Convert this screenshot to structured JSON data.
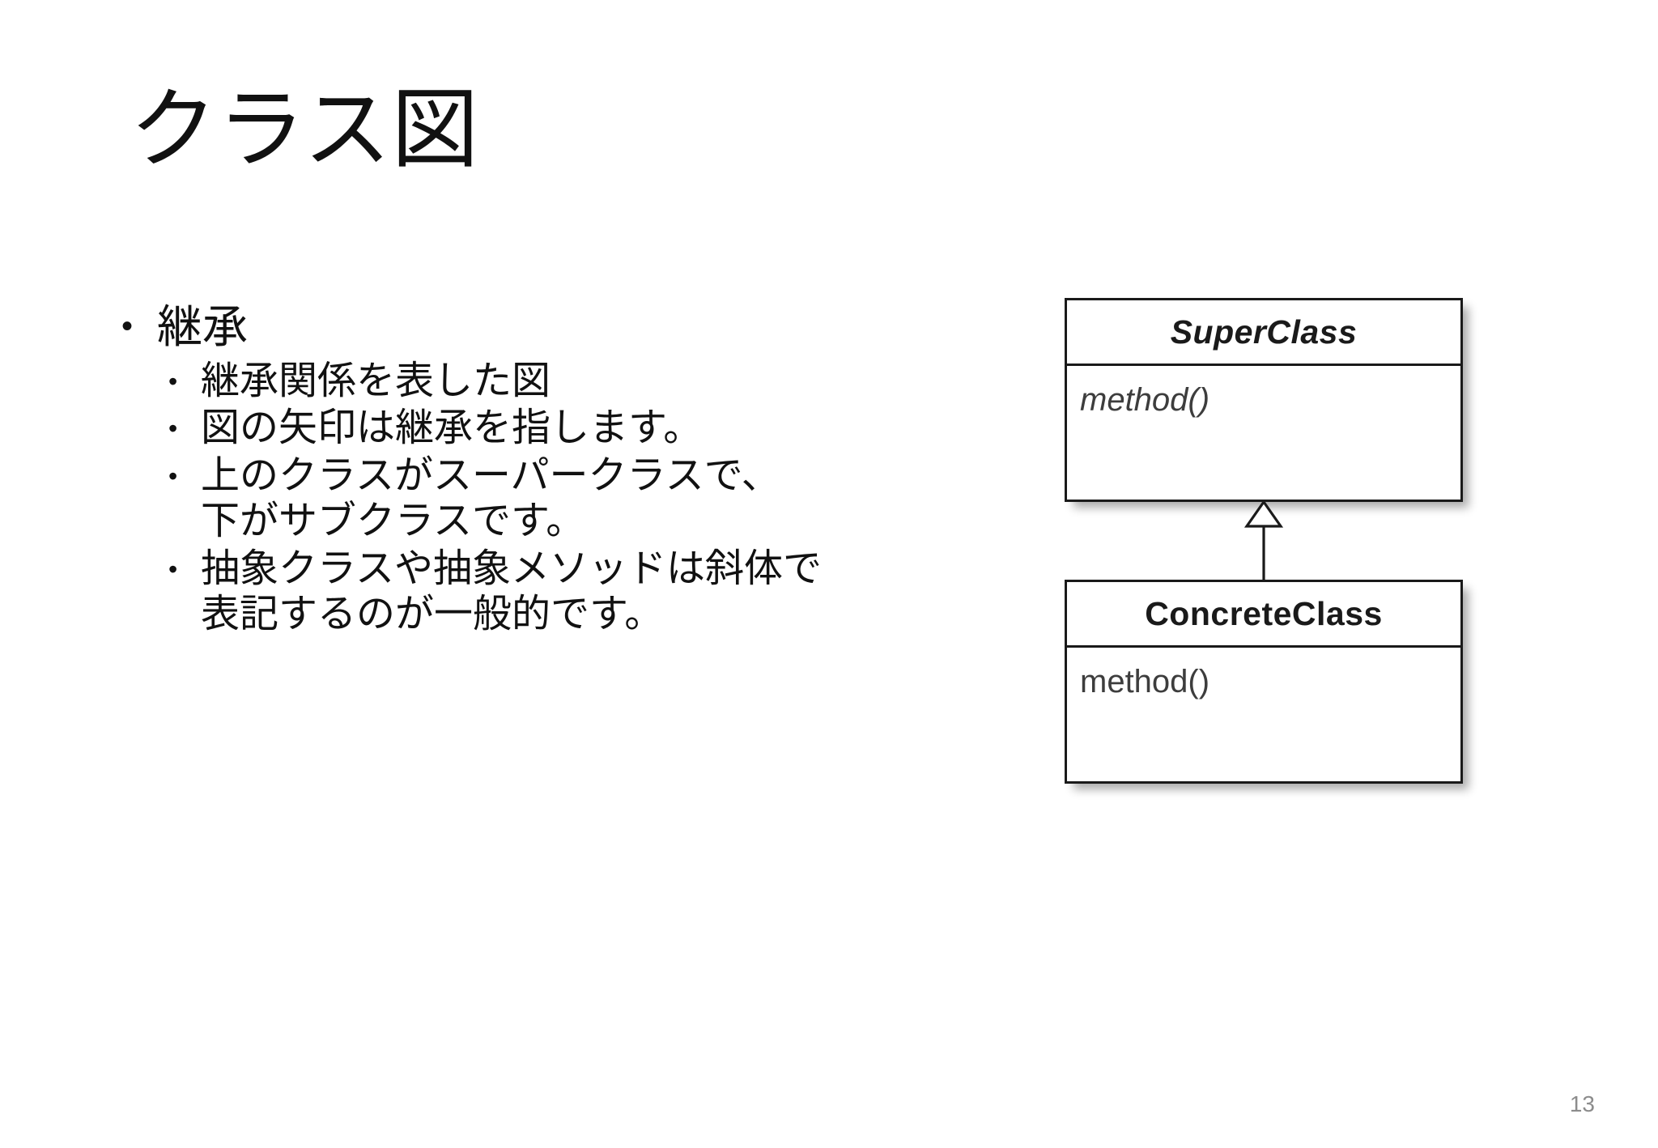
{
  "slide": {
    "title": "クラス図",
    "page_number": "13",
    "background_color": "#ffffff",
    "text_color": "#111111",
    "page_number_color": "#8c8c8c"
  },
  "content": {
    "bullets": [
      {
        "marker": "•",
        "text": "継承",
        "sub_bullets": [
          {
            "marker": "•",
            "text": "継承関係を表した図"
          },
          {
            "marker": "•",
            "text": "図の矢印は継承を指します。"
          },
          {
            "marker": "•",
            "text": "上のクラスがスーパークラスで、\n下がサブクラスです。"
          },
          {
            "marker": "•",
            "text": "抽象クラスや抽象メソッドは斜体で\n表記するのが一般的です。"
          }
        ]
      }
    ]
  },
  "diagram": {
    "type": "uml-class-diagram",
    "relationship": "generalization",
    "arrow_icon": "hollow-triangle-up-icon",
    "line_color": "#1a1a1a",
    "fill_color": "#ffffff",
    "member_text_color": "#3d3d3d",
    "classes": [
      {
        "name": "SuperClass",
        "stereotype": "abstract",
        "name_style": "bold-italic",
        "members": [
          "method()"
        ],
        "member_style": "italic"
      },
      {
        "name": "ConcreteClass",
        "stereotype": "concrete",
        "name_style": "bold",
        "members": [
          "method()"
        ],
        "member_style": "normal"
      }
    ]
  }
}
